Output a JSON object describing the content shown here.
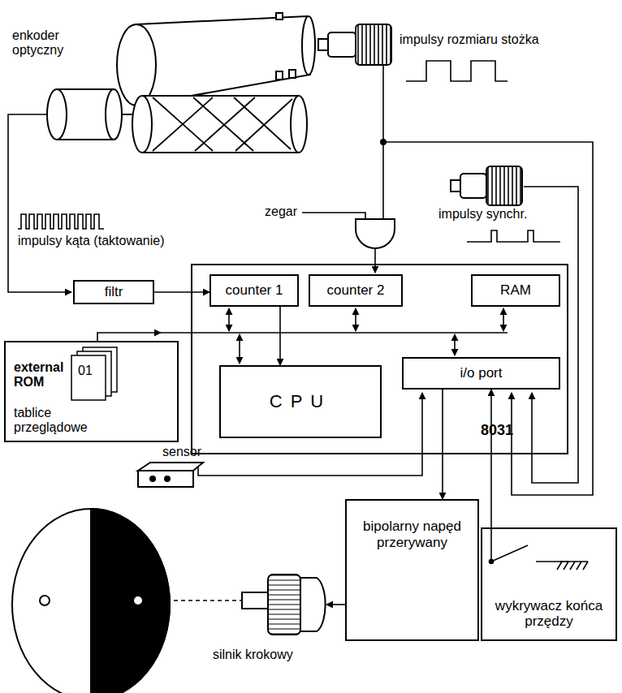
{
  "diagram": {
    "nodes": [
      {
        "text": [
          "filtr"
        ]
      },
      {
        "text": [
          "8031"
        ]
      },
      {
        "text": [
          "counter 1"
        ],
        "in": 1
      },
      {
        "text": [
          "counter 2"
        ],
        "in": 1
      },
      {
        "text": [
          "RAM"
        ],
        "in": 1
      },
      {
        "text": [
          "CPU"
        ],
        "in": 1
      },
      {
        "text": [
          "i/o port"
        ],
        "in": 1
      },
      {
        "text": [
          "external ROM",
          "01",
          "tablice przeglądowe"
        ]
      },
      {
        "text": [
          "bipolarny napęd przerywany"
        ]
      },
      {
        "text": [
          "wykrywacz końca przędzy"
        ]
      }
    ],
    "edges": [
      {
        "from": 0,
        "to": 2,
        "arrow": "to"
      },
      {
        "from": 2,
        "to": 5,
        "arrow": "to"
      },
      {
        "from": 6,
        "to": 8,
        "arrow": "to"
      },
      {
        "from": 9,
        "to": 6,
        "arrow": "to"
      }
    ],
    "labels": [
      "impulsy rozmiaru stożka",
      "enkoder optyczny",
      "impulsy kąta (taktowanie)",
      "zegar",
      "impulsy synchr.",
      "sensor",
      "silnik krokowy"
    ]
  }
}
